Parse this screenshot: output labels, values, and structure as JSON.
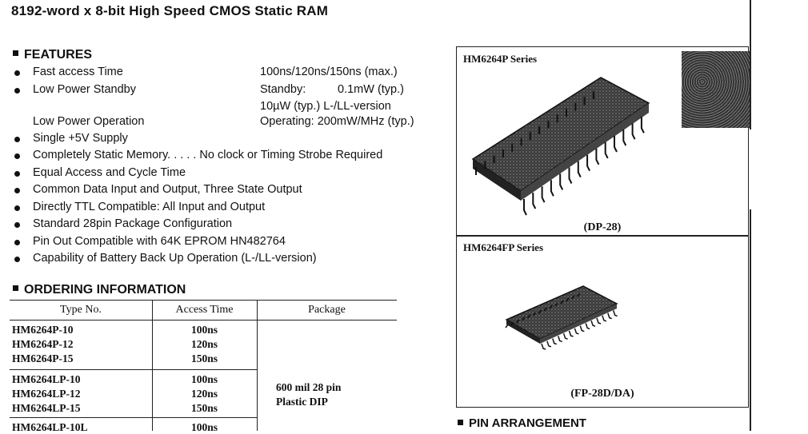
{
  "title": "8192-word x 8-bit High Speed CMOS Static RAM",
  "features": {
    "heading": "FEATURES",
    "items": [
      {
        "text": "Fast access Time",
        "bullet": true
      },
      {
        "text": "Low Power Standby",
        "bullet": true
      },
      {
        "text": "Low Power Operation",
        "bullet": false
      },
      {
        "text": "Single +5V Supply",
        "bullet": true
      },
      {
        "text": "Completely Static Memory. . . . . No clock or Timing Strobe Required",
        "bullet": true
      },
      {
        "text": "Equal Access and Cycle Time",
        "bullet": true
      },
      {
        "text": "Common Data Input and Output, Three State Output",
        "bullet": true
      },
      {
        "text": "Directly TTL Compatible:  All Input and Output",
        "bullet": true
      },
      {
        "text": "Standard 28pin Package Configuration",
        "bullet": true
      },
      {
        "text": "Pin Out Compatible with 64K EPROM HN482764",
        "bullet": true
      },
      {
        "text": "Capability of Battery Back Up Operation (L-/LL-version)",
        "bullet": true
      }
    ],
    "specs": {
      "access": "100ns/120ns/150ns (max.)",
      "standby_label": "Standby:",
      "standby_value": "0.1mW (typ.)",
      "standby_ll": "10µW (typ.) L-/LL-version",
      "operating": "Operating: 200mW/MHz (typ.)"
    }
  },
  "ordering": {
    "heading": "ORDERING  INFORMATION",
    "headers": [
      "Type No.",
      "Access Time",
      "Package"
    ],
    "rows": [
      {
        "type": "HM6264P-10",
        "access": "100ns"
      },
      {
        "type": "HM6264P-12",
        "access": "120ns"
      },
      {
        "type": "HM6264P-15",
        "access": "150ns"
      },
      {
        "type": "HM6264LP-10",
        "access": "100ns"
      },
      {
        "type": "HM6264LP-12",
        "access": "120ns"
      },
      {
        "type": "HM6264LP-15",
        "access": "150ns"
      },
      {
        "type": "HM6264LP-10L",
        "access": "100ns"
      }
    ],
    "package_line1": "600 mil 28 pin",
    "package_line2": "Plastic DIP"
  },
  "packages": {
    "dip": {
      "series": "HM6264P Series",
      "label": "(DP-28)"
    },
    "fp": {
      "series": "HM6264FP Series",
      "label": "(FP-28D/DA)"
    }
  },
  "pin_heading": "PIN ARRANGEMENT"
}
